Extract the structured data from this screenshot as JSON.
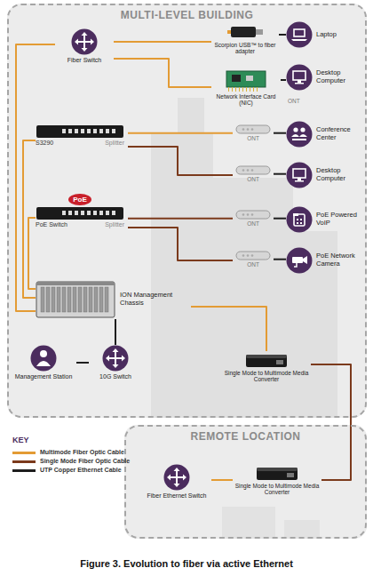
{
  "diagram": {
    "caption": "Figure 3. Evolution to fiber via active Ethernet",
    "nodes": [
      {
        "text": [
          "MULTI-LEVEL BUILDING"
        ]
      },
      {
        "text": [
          "Fiber Switch"
        ],
        "in": 0
      },
      {
        "text": [
          "Scorpion USB™ to fiber adapter"
        ],
        "in": 0
      },
      {
        "text": [
          "Laptop"
        ],
        "in": 0
      },
      {
        "text": [
          "Network Interface Card (NIC)"
        ],
        "in": 0
      },
      {
        "text": [
          "Desktop Computer"
        ],
        "in": 0
      },
      {
        "text": [
          "S3290",
          "Splitter"
        ],
        "in": 0
      },
      {
        "text": [
          "ONT"
        ],
        "in": 0
      },
      {
        "text": [
          "Conference Center"
        ],
        "in": 0
      },
      {
        "text": [
          "ONT"
        ],
        "in": 0
      },
      {
        "text": [
          "Desktop Computer"
        ],
        "in": 0
      },
      {
        "text": [
          "PoE",
          "PoE Switch",
          "Splitter"
        ],
        "in": 0
      },
      {
        "text": [
          "ONT"
        ],
        "in": 0
      },
      {
        "text": [
          "PoE Powered VoIP"
        ],
        "in": 0
      },
      {
        "text": [
          "ONT"
        ],
        "in": 0
      },
      {
        "text": [
          "PoE Network Camera"
        ],
        "in": 0
      },
      {
        "text": [
          "ION Management Chassis"
        ],
        "in": 0
      },
      {
        "text": [
          "10G Switch"
        ],
        "in": 0
      },
      {
        "text": [
          "Management Station"
        ],
        "in": 0
      },
      {
        "text": [
          "Single Mode to Multimode Media Converter"
        ],
        "in": 0
      },
      {
        "text": [
          "REMOTE LOCATION"
        ]
      },
      {
        "text": [
          "Fiber Ethernet Switch"
        ],
        "in": 20
      },
      {
        "text": [
          "Single Mode to Multimode Media Converter"
        ],
        "in": 20
      }
    ],
    "edges": [
      {
        "from": 1,
        "to": 2,
        "arrow": "none"
      },
      {
        "from": 1,
        "to": 4,
        "arrow": "none"
      },
      {
        "from": 1,
        "to": 16,
        "arrow": "none"
      },
      {
        "from": 16,
        "to": 6,
        "arrow": "none"
      },
      {
        "from": 16,
        "to": 11,
        "arrow": "none"
      },
      {
        "from": 2,
        "to": 3,
        "arrow": "none"
      },
      {
        "from": 4,
        "to": 5,
        "arrow": "none"
      },
      {
        "from": 6,
        "to": 7,
        "arrow": "none"
      },
      {
        "from": 6,
        "to": 9,
        "arrow": "none"
      },
      {
        "from": 7,
        "to": 8,
        "arrow": "none"
      },
      {
        "from": 9,
        "to": 10,
        "arrow": "none"
      },
      {
        "from": 11,
        "to": 12,
        "arrow": "none"
      },
      {
        "from": 11,
        "to": 14,
        "arrow": "none"
      },
      {
        "from": 12,
        "to": 13,
        "arrow": "none"
      },
      {
        "from": 14,
        "to": 15,
        "arrow": "none"
      },
      {
        "from": 16,
        "to": 17,
        "arrow": "none"
      },
      {
        "from": 17,
        "to": 18,
        "arrow": "none"
      },
      {
        "from": 16,
        "to": 19,
        "arrow": "none"
      },
      {
        "from": 19,
        "to": 22,
        "arrow": "none"
      },
      {
        "from": 22,
        "to": 21,
        "arrow": "none"
      }
    ],
    "labels": [
      "ONT",
      "KEY"
    ],
    "legend": [
      {
        "text": "Multimode Fiber Optic Cable",
        "color": "#e39b34"
      },
      {
        "text": "Single Mode Fiber Optic Cable",
        "color": "#7b3a1c"
      },
      {
        "text": "UTP Copper Ethernet Cable",
        "color": "#1e1e1e"
      }
    ]
  }
}
